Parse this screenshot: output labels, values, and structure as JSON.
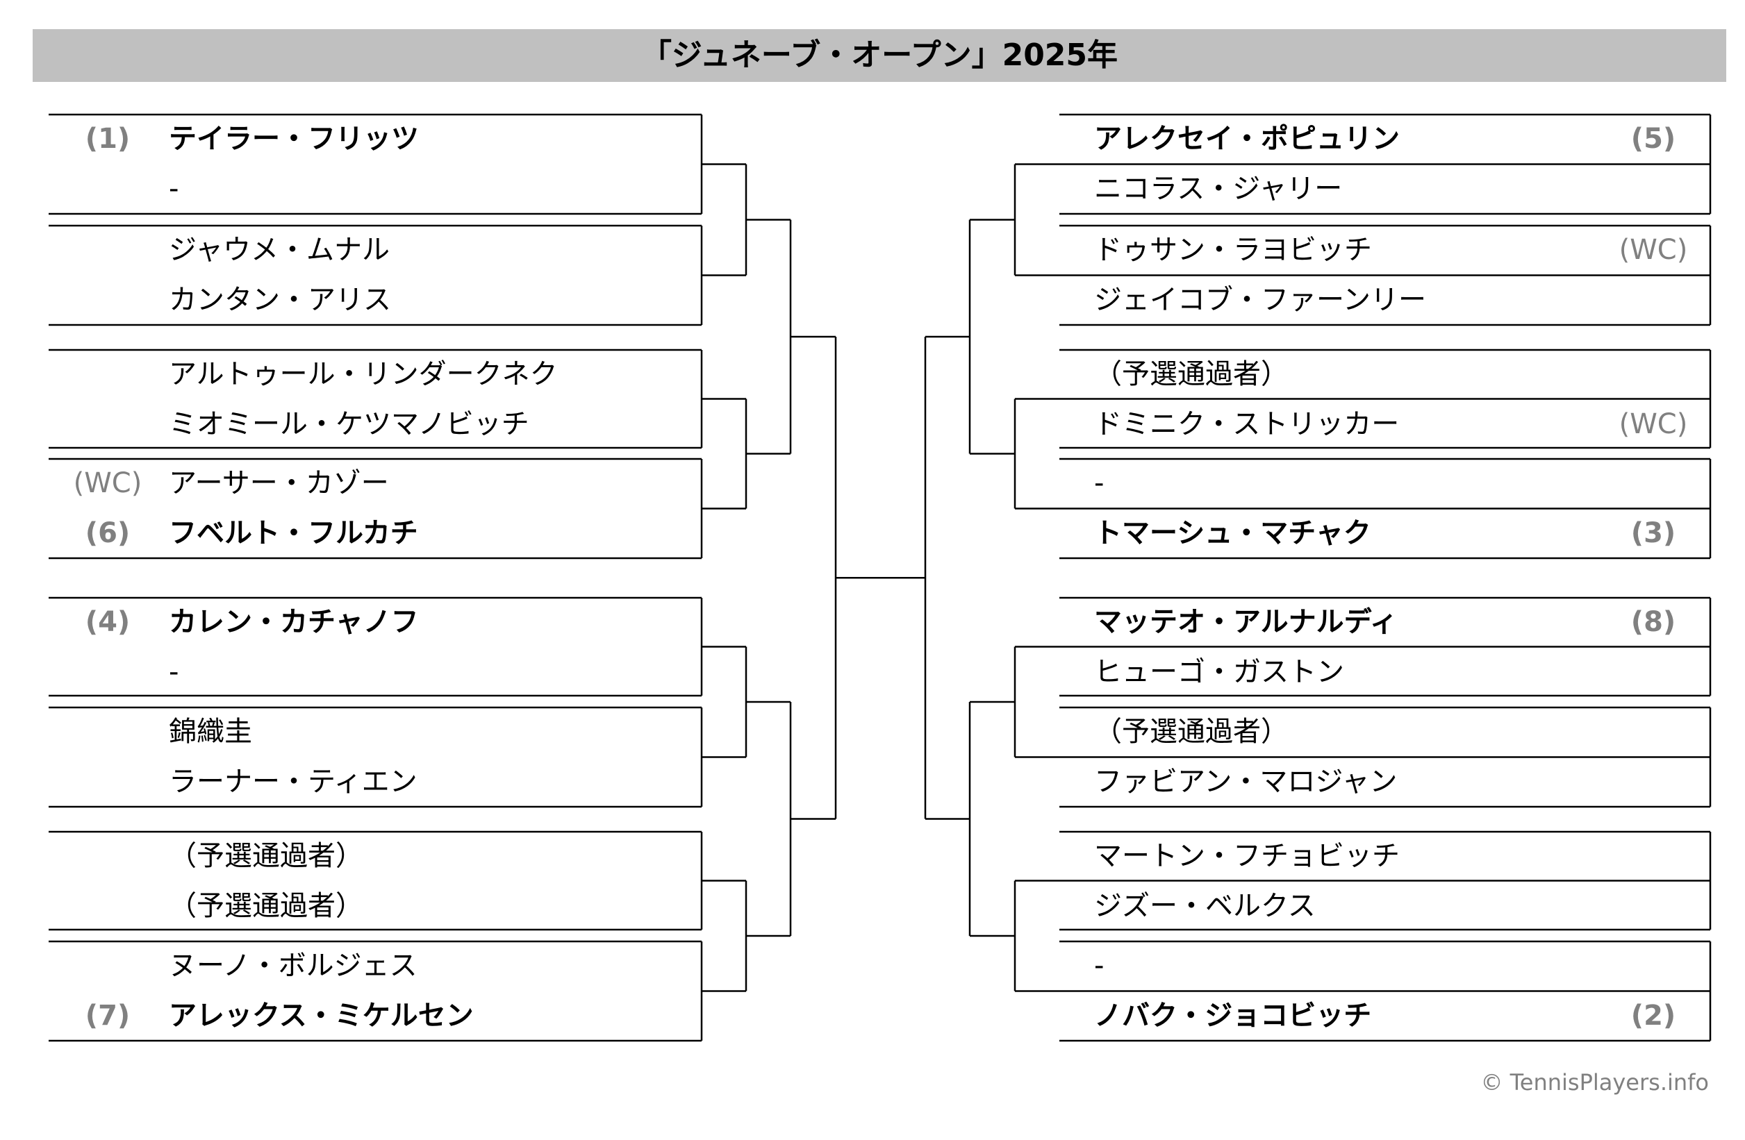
{
  "title": "「ジュネーブ・オープン」2025年",
  "credit": "© TennisPlayers.info",
  "colors": {
    "title_bar": "#c0c0c0",
    "line": "#000000",
    "seed": "#808080"
  },
  "left_draw": [
    {
      "seed": "(1)",
      "name": "テイラー・フリッツ",
      "bold": true
    },
    {
      "seed": "",
      "name": "-",
      "bold": false
    },
    {
      "seed": "",
      "name": "ジャウメ・ムナル",
      "bold": false
    },
    {
      "seed": "",
      "name": "カンタン・アリス",
      "bold": false
    },
    {
      "seed": "",
      "name": "アルトゥール・リンダークネク",
      "bold": false
    },
    {
      "seed": "",
      "name": "ミオミール・ケツマノビッチ",
      "bold": false
    },
    {
      "seed": "(WC)",
      "name": "アーサー・カゾー",
      "bold": false
    },
    {
      "seed": "(6)",
      "name": "フベルト・フルカチ",
      "bold": true
    },
    {
      "seed": "(4)",
      "name": "カレン・カチャノフ",
      "bold": true
    },
    {
      "seed": "",
      "name": "-",
      "bold": false
    },
    {
      "seed": "",
      "name": "錦織圭",
      "bold": false
    },
    {
      "seed": "",
      "name": "ラーナー・ティエン",
      "bold": false
    },
    {
      "seed": "",
      "name": "（予選通過者）",
      "bold": false
    },
    {
      "seed": "",
      "name": "（予選通過者）",
      "bold": false
    },
    {
      "seed": "",
      "name": "ヌーノ・ボルジェス",
      "bold": false
    },
    {
      "seed": "(7)",
      "name": "アレックス・ミケルセン",
      "bold": true
    }
  ],
  "right_draw": [
    {
      "seed": "(5)",
      "name": "アレクセイ・ポピュリン",
      "bold": true
    },
    {
      "seed": "",
      "name": "ニコラス・ジャリー",
      "bold": false
    },
    {
      "seed": "(WC)",
      "name": "ドゥサン・ラヨビッチ",
      "bold": false
    },
    {
      "seed": "",
      "name": "ジェイコブ・ファーンリー",
      "bold": false
    },
    {
      "seed": "",
      "name": "（予選通過者）",
      "bold": false
    },
    {
      "seed": "(WC)",
      "name": "ドミニク・ストリッカー",
      "bold": false
    },
    {
      "seed": "",
      "name": "-",
      "bold": false
    },
    {
      "seed": "(3)",
      "name": "トマーシュ・マチャク",
      "bold": true
    },
    {
      "seed": "(8)",
      "name": "マッテオ・アルナルディ",
      "bold": true
    },
    {
      "seed": "",
      "name": "ヒューゴ・ガストン",
      "bold": false
    },
    {
      "seed": "",
      "name": "（予選通過者）",
      "bold": false
    },
    {
      "seed": "",
      "name": "ファビアン・マロジャン",
      "bold": false
    },
    {
      "seed": "",
      "name": "マートン・フチョビッチ",
      "bold": false
    },
    {
      "seed": "",
      "name": "ジズー・ベルクス",
      "bold": false
    },
    {
      "seed": "",
      "name": "-",
      "bold": false
    },
    {
      "seed": "(2)",
      "name": "ノバク・ジョコビッチ",
      "bold": true
    }
  ]
}
